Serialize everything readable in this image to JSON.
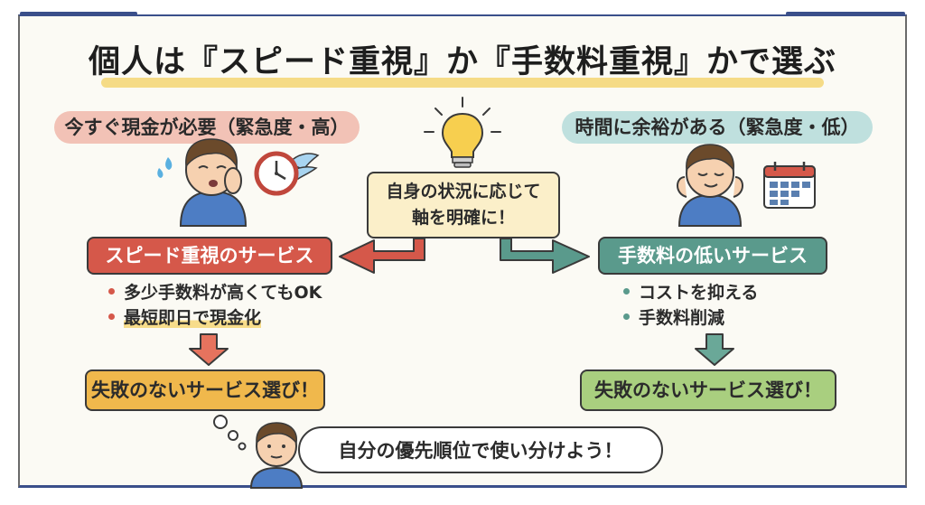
{
  "title": "個人は『スピード重視』か『手数料重視』かで選ぶ",
  "left": {
    "header": "今すぐ現金が必要（緊急度・高）",
    "service": "スピード重視のサービス",
    "bullets": [
      "多少手数料が高くてもOK",
      "最短即日で現金化"
    ],
    "result": "失敗のないサービス選び！"
  },
  "center": {
    "line1": "自身の状況に応じて",
    "line2": "軸を明確に！"
  },
  "right": {
    "header": "時間に余裕がある（緊急度・低）",
    "service": "手数料の低いサービス",
    "bullets": [
      "コストを抑える",
      "手数料削減"
    ],
    "result": "失敗のないサービス選び！"
  },
  "bottom": {
    "bubble": "自分の優先順位で使い分けよう！"
  },
  "icons": {
    "lightbulb": "lightbulb-icon",
    "clock": "winged-clock-icon",
    "calendar": "calendar-icon",
    "worried_person": "worried-person-illustration",
    "relaxed_person": "relaxed-person-illustration",
    "thinking_person": "thinking-person-illustration"
  },
  "colors": {
    "speed_accent": "#d5584a",
    "fee_accent": "#5a9a8c",
    "left_result": "#f0b84c",
    "right_result": "#a9cf7f",
    "center_box": "#fbefc9",
    "title_highlight": "#f4d77a"
  }
}
